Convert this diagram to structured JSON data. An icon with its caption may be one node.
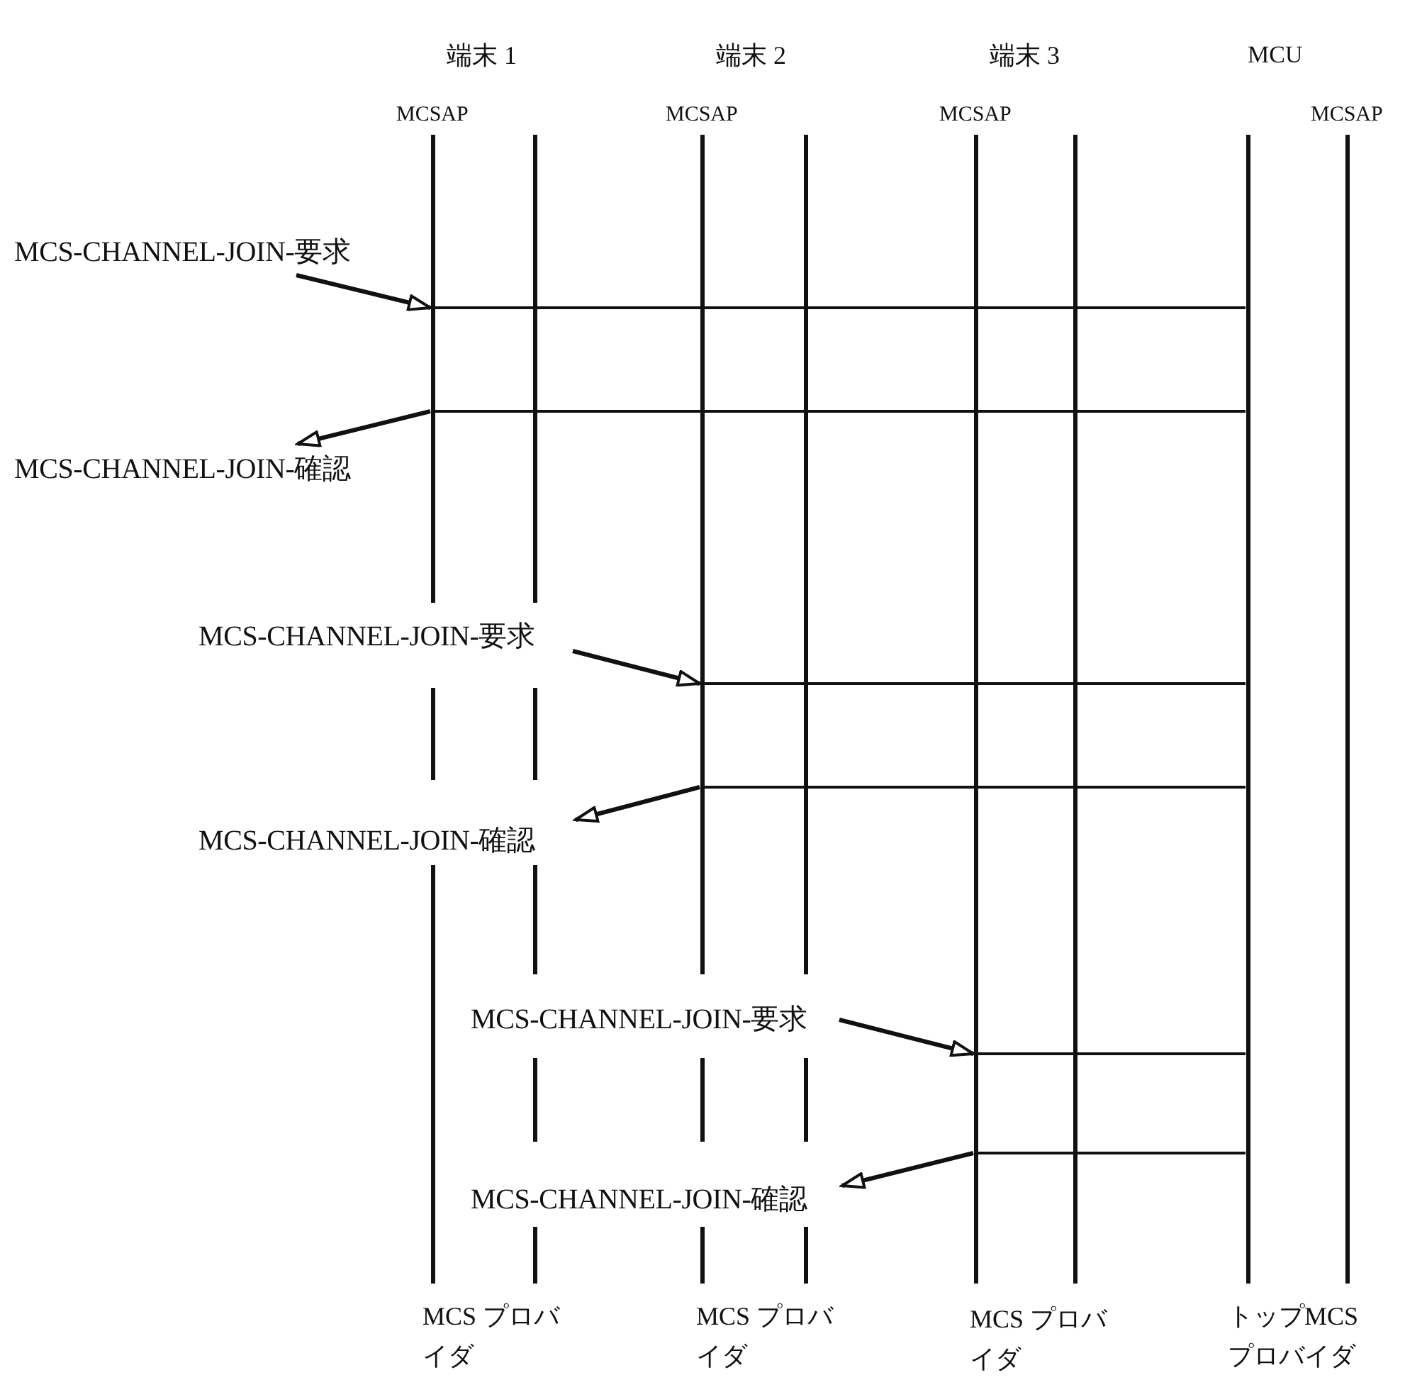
{
  "diagram": {
    "nodes": [
      {
        "text": [],
        "shape": "bar",
        "beside": [
          "MCSAP"
        ]
      },
      {
        "text": [],
        "shape": "bar"
      },
      {
        "text": [],
        "shape": "bar",
        "beside": [
          "MCSAP"
        ]
      },
      {
        "text": [],
        "shape": "bar"
      },
      {
        "text": [],
        "shape": "bar",
        "beside": [
          "MCSAP"
        ]
      },
      {
        "text": [],
        "shape": "bar"
      },
      {
        "text": [],
        "shape": "bar"
      },
      {
        "text": [],
        "shape": "bar",
        "beside": [
          "MCSAP"
        ]
      },
      {
        "text": [
          "MCS-CHANNEL-JOIN-要求"
        ]
      },
      {
        "text": [
          "MCS-CHANNEL-JOIN-確認"
        ]
      },
      {
        "text": [
          "MCS-CHANNEL-JOIN-要求"
        ]
      },
      {
        "text": [
          "MCS-CHANNEL-JOIN-確認"
        ]
      },
      {
        "text": [
          "MCS-CHANNEL-JOIN-要求"
        ]
      },
      {
        "text": [
          "MCS-CHANNEL-JOIN-確認"
        ]
      }
    ],
    "edges": [
      {
        "from": 8,
        "to": 0,
        "arrow": "to"
      },
      {
        "from": 0,
        "to": 6,
        "arrow": "none"
      },
      {
        "from": 0,
        "to": 6,
        "arrow": "none"
      },
      {
        "from": 0,
        "to": 9,
        "arrow": "to"
      },
      {
        "from": 10,
        "to": 2,
        "arrow": "to"
      },
      {
        "from": 2,
        "to": 6,
        "arrow": "none"
      },
      {
        "from": 2,
        "to": 6,
        "arrow": "none"
      },
      {
        "from": 2,
        "to": 11,
        "arrow": "to"
      },
      {
        "from": 12,
        "to": 4,
        "arrow": "to"
      },
      {
        "from": 4,
        "to": 6,
        "arrow": "none"
      },
      {
        "from": 4,
        "to": 6,
        "arrow": "none"
      },
      {
        "from": 4,
        "to": 13,
        "arrow": "to"
      }
    ],
    "labels": [
      "端末 1",
      "端末 2",
      "端末 3",
      "MCU",
      "MCS プロバイダ",
      "MCS プロバイダ",
      "MCS プロバイダ",
      "トップMCS プロバイダ"
    ]
  }
}
